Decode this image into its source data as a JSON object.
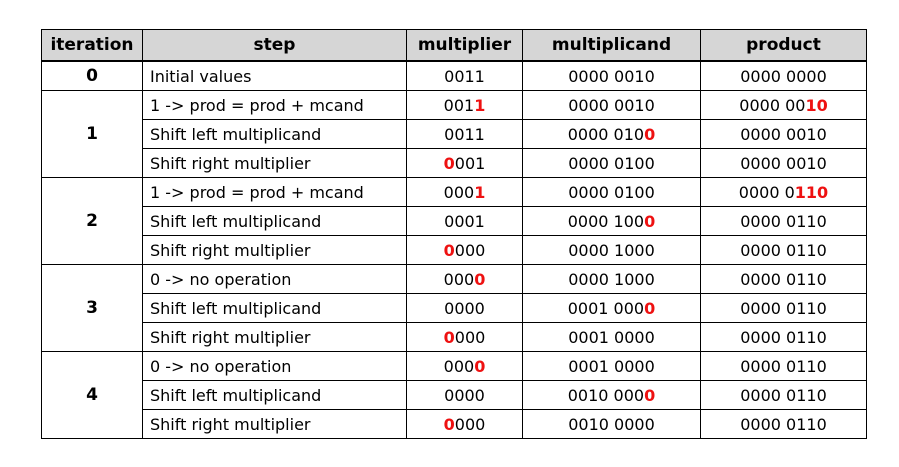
{
  "headers": [
    "iteration",
    "step",
    "multiplier",
    "multiplicand",
    "product"
  ],
  "highlight_color": "#ee1111",
  "groups": [
    {
      "iteration": "0",
      "rows": [
        {
          "step": "Initial values",
          "multiplier": {
            "pre": "0011",
            "hl": "",
            "post": ""
          },
          "multiplicand": {
            "pre": "0000 0010",
            "hl": "",
            "post": ""
          },
          "product": {
            "pre": "0000 0000",
            "hl": "",
            "post": ""
          }
        }
      ]
    },
    {
      "iteration": "1",
      "rows": [
        {
          "step": "1 -> prod = prod + mcand",
          "multiplier": {
            "pre": "001",
            "hl": "1",
            "post": ""
          },
          "multiplicand": {
            "pre": "0000 0010",
            "hl": "",
            "post": ""
          },
          "product": {
            "pre": "0000 00",
            "hl": "10",
            "post": ""
          }
        },
        {
          "step": "Shift left multiplicand",
          "multiplier": {
            "pre": "0011",
            "hl": "",
            "post": ""
          },
          "multiplicand": {
            "pre": "0000 010",
            "hl": "0",
            "post": ""
          },
          "product": {
            "pre": "0000 0010",
            "hl": "",
            "post": ""
          }
        },
        {
          "step": "Shift right multiplier",
          "multiplier": {
            "pre": "",
            "hl": "0",
            "post": "001"
          },
          "multiplicand": {
            "pre": "0000 0100",
            "hl": "",
            "post": ""
          },
          "product": {
            "pre": "0000 0010",
            "hl": "",
            "post": ""
          }
        }
      ]
    },
    {
      "iteration": "2",
      "rows": [
        {
          "step": "1 -> prod = prod + mcand",
          "multiplier": {
            "pre": "000",
            "hl": "1",
            "post": ""
          },
          "multiplicand": {
            "pre": "0000 0100",
            "hl": "",
            "post": ""
          },
          "product": {
            "pre": "0000 0",
            "hl": "110",
            "post": ""
          }
        },
        {
          "step": "Shift left multiplicand",
          "multiplier": {
            "pre": "0001",
            "hl": "",
            "post": ""
          },
          "multiplicand": {
            "pre": "0000 100",
            "hl": "0",
            "post": ""
          },
          "product": {
            "pre": "0000 0110",
            "hl": "",
            "post": ""
          }
        },
        {
          "step": "Shift right multiplier",
          "multiplier": {
            "pre": "",
            "hl": "0",
            "post": "000"
          },
          "multiplicand": {
            "pre": "0000 1000",
            "hl": "",
            "post": ""
          },
          "product": {
            "pre": "0000 0110",
            "hl": "",
            "post": ""
          }
        }
      ]
    },
    {
      "iteration": "3",
      "rows": [
        {
          "step": "0 -> no operation",
          "multiplier": {
            "pre": "000",
            "hl": "0",
            "post": ""
          },
          "multiplicand": {
            "pre": "0000 1000",
            "hl": "",
            "post": ""
          },
          "product": {
            "pre": "0000 0110",
            "hl": "",
            "post": ""
          }
        },
        {
          "step": "Shift left multiplicand",
          "multiplier": {
            "pre": "0000",
            "hl": "",
            "post": ""
          },
          "multiplicand": {
            "pre": "0001 000",
            "hl": "0",
            "post": ""
          },
          "product": {
            "pre": "0000 0110",
            "hl": "",
            "post": ""
          }
        },
        {
          "step": "Shift right multiplier",
          "multiplier": {
            "pre": "",
            "hl": "0",
            "post": "000"
          },
          "multiplicand": {
            "pre": "0001 0000",
            "hl": "",
            "post": ""
          },
          "product": {
            "pre": "0000 0110",
            "hl": "",
            "post": ""
          }
        }
      ]
    },
    {
      "iteration": "4",
      "rows": [
        {
          "step": "0 -> no operation",
          "multiplier": {
            "pre": "000",
            "hl": "0",
            "post": ""
          },
          "multiplicand": {
            "pre": "0001 0000",
            "hl": "",
            "post": ""
          },
          "product": {
            "pre": "0000 0110",
            "hl": "",
            "post": ""
          }
        },
        {
          "step": "Shift left multiplicand",
          "multiplier": {
            "pre": "0000",
            "hl": "",
            "post": ""
          },
          "multiplicand": {
            "pre": "0010 000",
            "hl": "0",
            "post": ""
          },
          "product": {
            "pre": "0000 0110",
            "hl": "",
            "post": ""
          }
        },
        {
          "step": "Shift right multiplier",
          "multiplier": {
            "pre": "",
            "hl": "0",
            "post": "000"
          },
          "multiplicand": {
            "pre": "0010 0000",
            "hl": "",
            "post": ""
          },
          "product": {
            "pre": "0000 0110",
            "hl": "",
            "post": ""
          }
        }
      ]
    }
  ]
}
